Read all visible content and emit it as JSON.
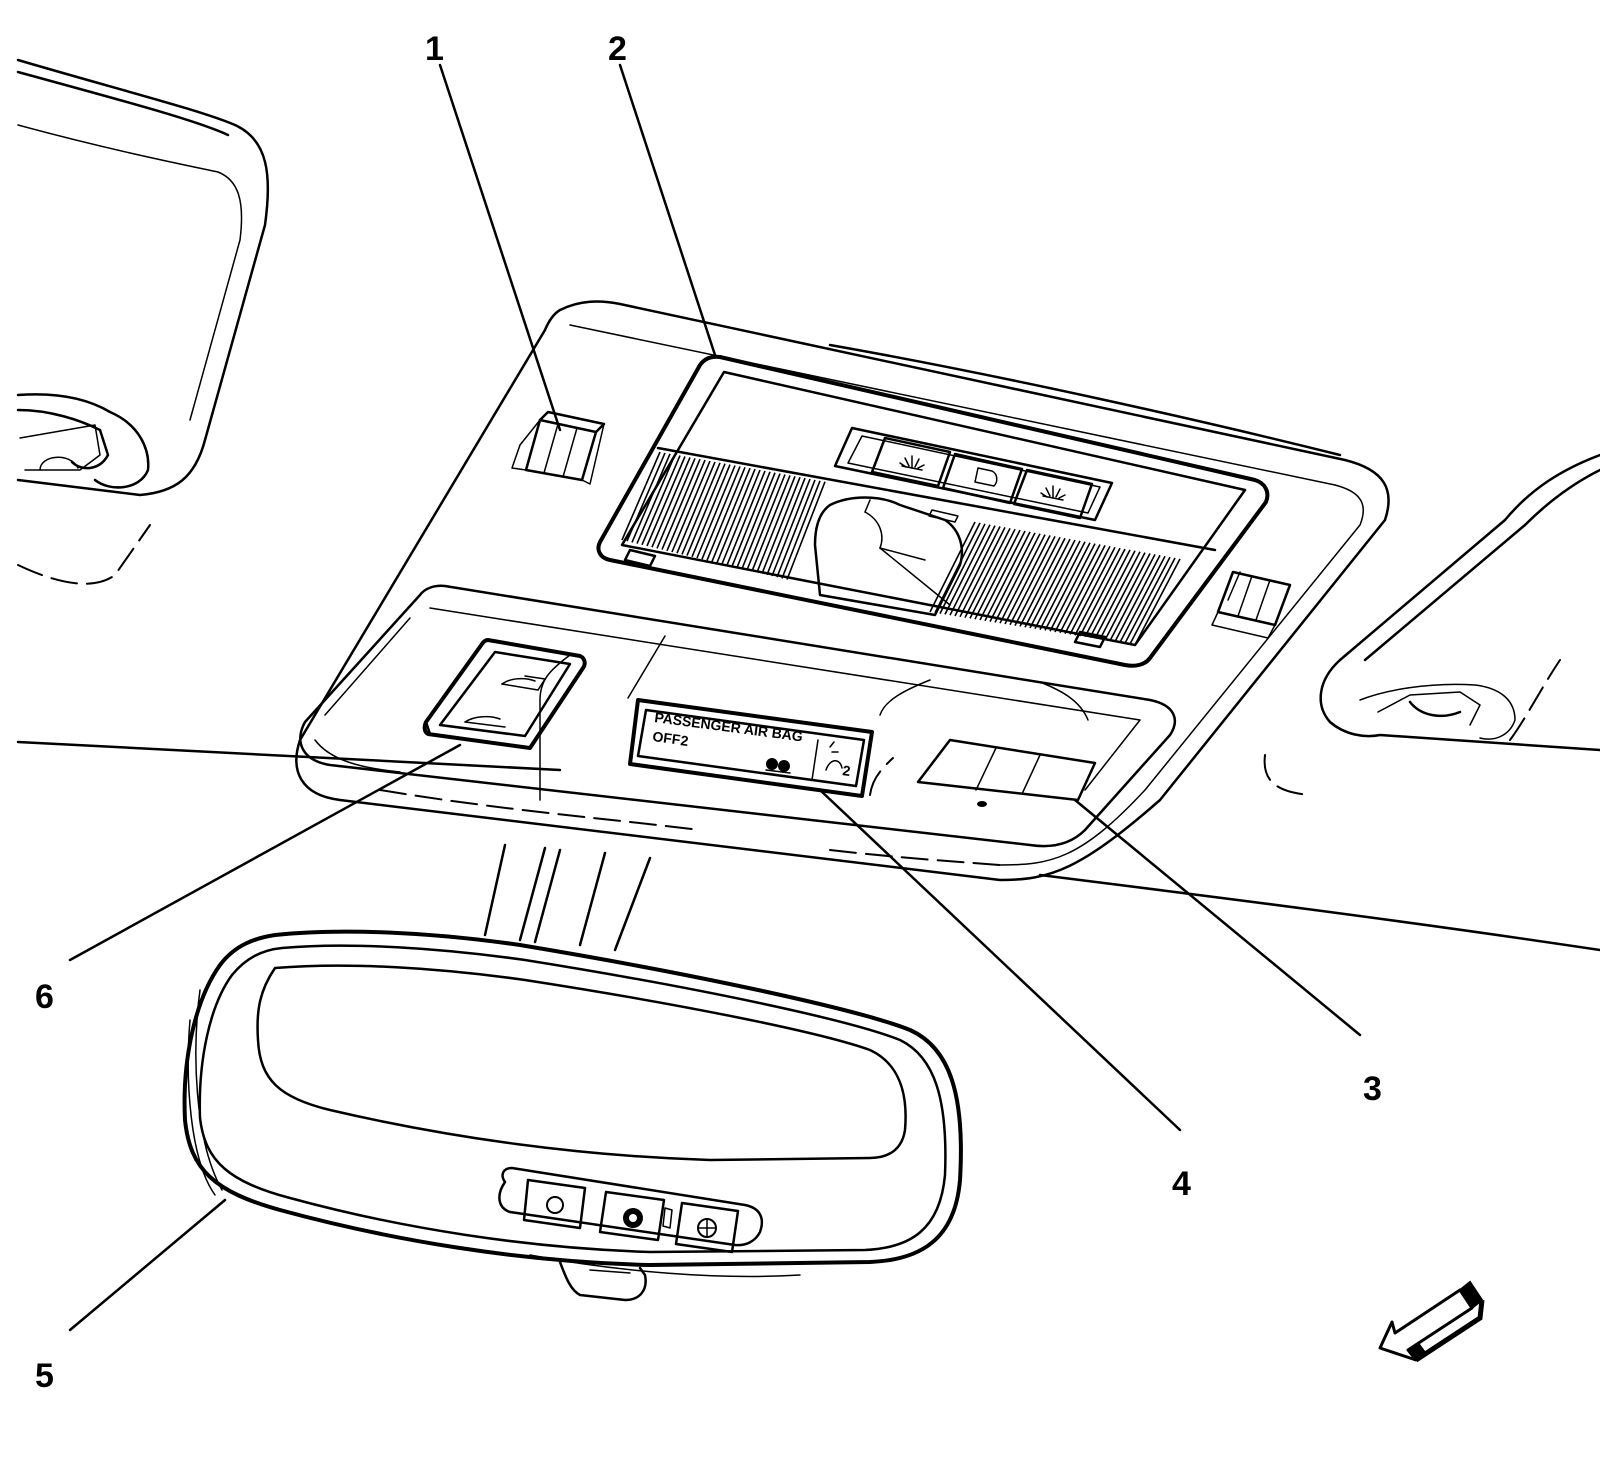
{
  "callouts": [
    {
      "id": "1",
      "label": "1"
    },
    {
      "id": "2",
      "label": "2"
    },
    {
      "id": "3",
      "label": "3"
    },
    {
      "id": "4",
      "label": "4"
    },
    {
      "id": "5",
      "label": "5"
    },
    {
      "id": "6",
      "label": "6"
    }
  ],
  "airbag_indicator": {
    "line1": "PASSENGER AIR BAG",
    "line2": "OFF"
  },
  "icons": [
    "dome-lamp-icon",
    "door-icon",
    "reading-lamp-icon",
    "sunroof-icon",
    "seat-occupant-icon",
    "direction-arrow-icon"
  ]
}
